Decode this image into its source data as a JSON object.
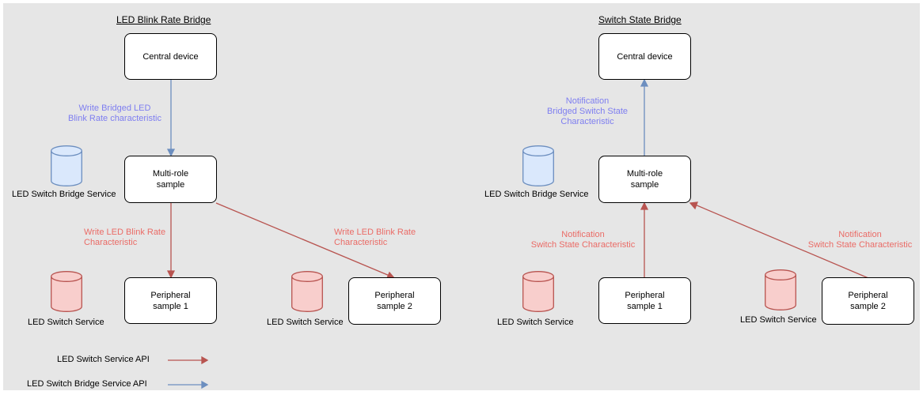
{
  "colors": {
    "red": "#b85450",
    "red_text": "#ea6b66",
    "blue": "#6c8ebf",
    "blue_text": "#7e7ef0",
    "red_fill": "#f8cecc",
    "blue_fill": "#dae8fc",
    "background": "#e6e6e6"
  },
  "left": {
    "title": "LED Blink Rate Bridge",
    "central": "Central device",
    "multirole": "Multi-role\nsample",
    "peripheral1": "Peripheral\nsample 1",
    "peripheral2": "Peripheral\nsample 2",
    "bridge_service": "LED Switch Bridge Service",
    "switch_service_1": "LED Switch Service",
    "switch_service_2": "LED Switch Service",
    "write_bridged": "Write Bridged LED\nBlink Rate characteristic",
    "write_led_1": "Write LED Blink Rate\nCharacteristic",
    "write_led_2": "Write LED Blink Rate\nCharacteristic"
  },
  "right": {
    "title": "Switch State Bridge",
    "central": "Central device",
    "multirole": "Multi-role\nsample",
    "peripheral1": "Peripheral\nsample 1",
    "peripheral2": "Peripheral\nsample 2",
    "bridge_service": "LED Switch Bridge Service",
    "switch_service_1": "LED Switch Service",
    "switch_service_2": "LED Switch Service",
    "notification_bridged": "Notification\nBridged Switch State\nCharacteristic",
    "notification_1": "Notification\nSwitch State Characteristic",
    "notification_2": "Notification\nSwitch State Characteristic"
  },
  "legend": {
    "led_api": "LED Switch Service API",
    "bridge_api": "LED Switch Bridge Service API"
  }
}
